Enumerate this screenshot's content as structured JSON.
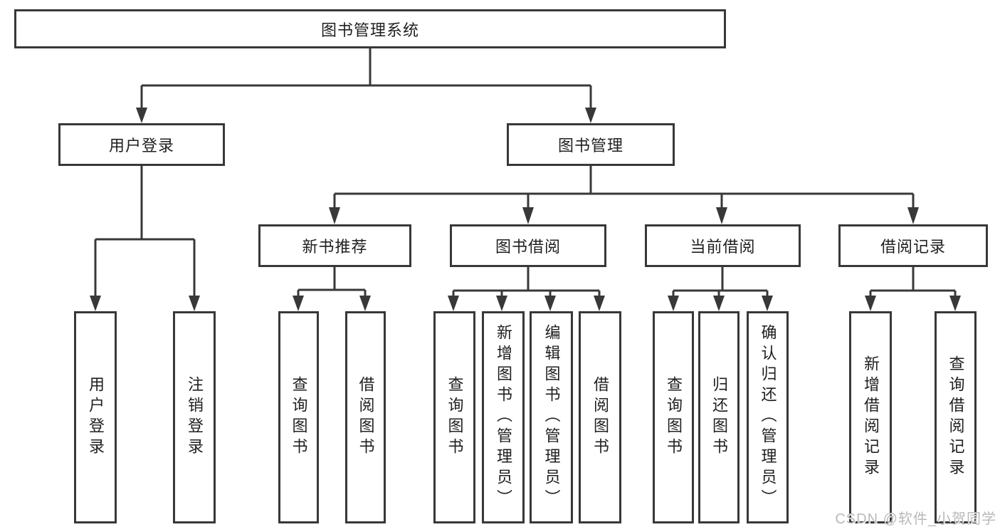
{
  "diagram": {
    "root": {
      "label": "图书管理系统"
    },
    "level2": [
      {
        "label": "用户登录"
      },
      {
        "label": "图书管理"
      }
    ],
    "level3": [
      {
        "label": "新书推荐"
      },
      {
        "label": "图书借阅"
      },
      {
        "label": "当前借阅"
      },
      {
        "label": "借阅记录"
      }
    ],
    "leaves_user_login": [
      {
        "label": "用户登录"
      },
      {
        "label": "注销登录"
      }
    ],
    "leaves_new_book_recommend": [
      {
        "label": "查询图书"
      },
      {
        "label": "借阅图书"
      }
    ],
    "leaves_book_borrow": [
      {
        "label": "查询图书"
      },
      {
        "label": "新增图书（管理员）"
      },
      {
        "label": "编辑图书（管理员）"
      },
      {
        "label": "借阅图书"
      }
    ],
    "leaves_current_borrow": [
      {
        "label": "查询图书"
      },
      {
        "label": "归还图书"
      },
      {
        "label": "确认归还（管理员）"
      }
    ],
    "leaves_borrow_records": [
      {
        "label": "新增借阅记录"
      },
      {
        "label": "查询借阅记录"
      }
    ],
    "colors": {
      "line": "#383838",
      "box_border": "#383838",
      "text": "#1f1f1f",
      "background": "#ffffff",
      "watermark": "#b9b9b9"
    }
  },
  "watermark": {
    "text": "CSDN @软件_小贺同学"
  }
}
